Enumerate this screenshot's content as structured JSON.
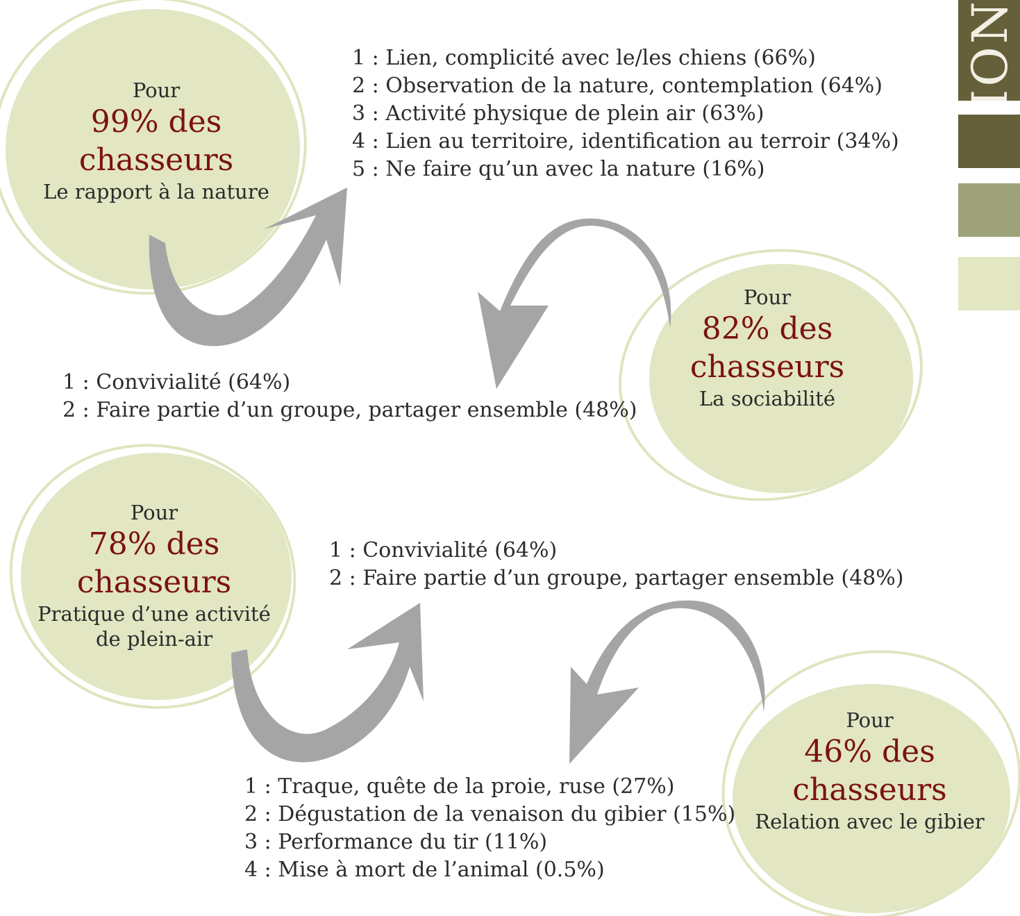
{
  "colors": {
    "circle_fill": "#e2e6c2",
    "circle_ring": "#e0e4bf",
    "arrow": "#a5a5a5",
    "percent_text": "#7b1113",
    "swatch_dark": "#66603a",
    "swatch_mid": "#9da27a",
    "swatch_light": "#e2e6c2"
  },
  "side_tab": {
    "text": "NOITATION"
  },
  "bubbles": [
    {
      "pour": "Pour",
      "pct_1": "99% des",
      "pct_2": "chasseurs",
      "topic_1": "Le rapport à la nature",
      "topic_2": ""
    },
    {
      "pour": "Pour",
      "pct_1": "82% des",
      "pct_2": "chasseurs",
      "topic_1": "La sociabilité",
      "topic_2": ""
    },
    {
      "pour": "Pour",
      "pct_1": "78% des",
      "pct_2": "chasseurs",
      "topic_1": "Pratique d’une activité",
      "topic_2": "de plein-air"
    },
    {
      "pour": "Pour",
      "pct_1": "46% des",
      "pct_2": "chasseurs",
      "topic_1": "Relation avec le gibier",
      "topic_2": ""
    }
  ],
  "lists": {
    "nature": [
      "1 : Lien, complicité avec le/les chiens (66%)",
      "2 : Observation de la nature, contemplation (64%)",
      "3 : Activité physique de plein air (63%)",
      "4 : Lien au territoire, identification au terroir (34%)",
      "5 : Ne faire qu’un avec la nature (16%)"
    ],
    "sociabilite": [
      "1 : Convivialité (64%)",
      "2 : Faire partie d’un groupe, partager ensemble (48%)"
    ],
    "plein_air": [
      "1 : Convivialité (64%)",
      "2 : Faire partie d’un groupe, partager ensemble (48%)"
    ],
    "gibier": [
      "1 : Traque, quête de la proie, ruse (27%)",
      "2 : Dégustation de la venaison du gibier (15%)",
      "3 : Performance du tir (11%)",
      "4 : Mise à mort de l’animal (0.5%)"
    ]
  }
}
